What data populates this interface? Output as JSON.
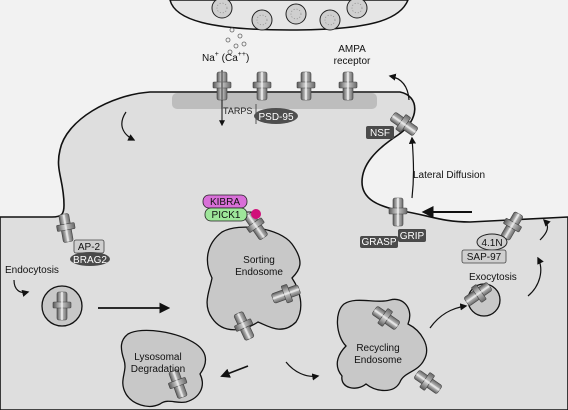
{
  "labels": {
    "sodium": "Na",
    "sodium_sup": "+",
    "calcium": " (Ca",
    "calcium_sup": "++",
    "calcium_close": ")",
    "ampa_line1": "AMPA",
    "ampa_line2": "receptor",
    "tarps": "TARPS",
    "psd95": "PSD-95",
    "nsf": "NSF",
    "lateral_diffusion": "Lateral Diffusion",
    "kibra": "KIBRA",
    "pick1": "PICK1",
    "ap2": "AP-2",
    "brag2": "BRAG2",
    "endocytosis": "Endocytosis",
    "sorting_line1": "Sorting",
    "sorting_line2": "Endosome",
    "grasp": "GRASP",
    "grip": "GRIP",
    "protein41n": "4.1N",
    "sap97": "SAP-97",
    "exocytosis": "Exocytosis",
    "lysosomal_line1": "Lysosomal",
    "lysosomal_line2": "Degradation",
    "recycling_line1": "Recycling",
    "recycling_line2": "Endosome"
  },
  "colors": {
    "background": "#ececec",
    "cytoplasm": "#dcdcdc",
    "membrane": "#111111",
    "organelle": "#c8c8c8",
    "psd": "#bdbdbd",
    "receptor": "#8a8a8a",
    "dark_box": "#4a4a4a",
    "kibra": "#d86fd8",
    "pick1": "#9ee69a",
    "pink_dot": "#d0107a"
  }
}
